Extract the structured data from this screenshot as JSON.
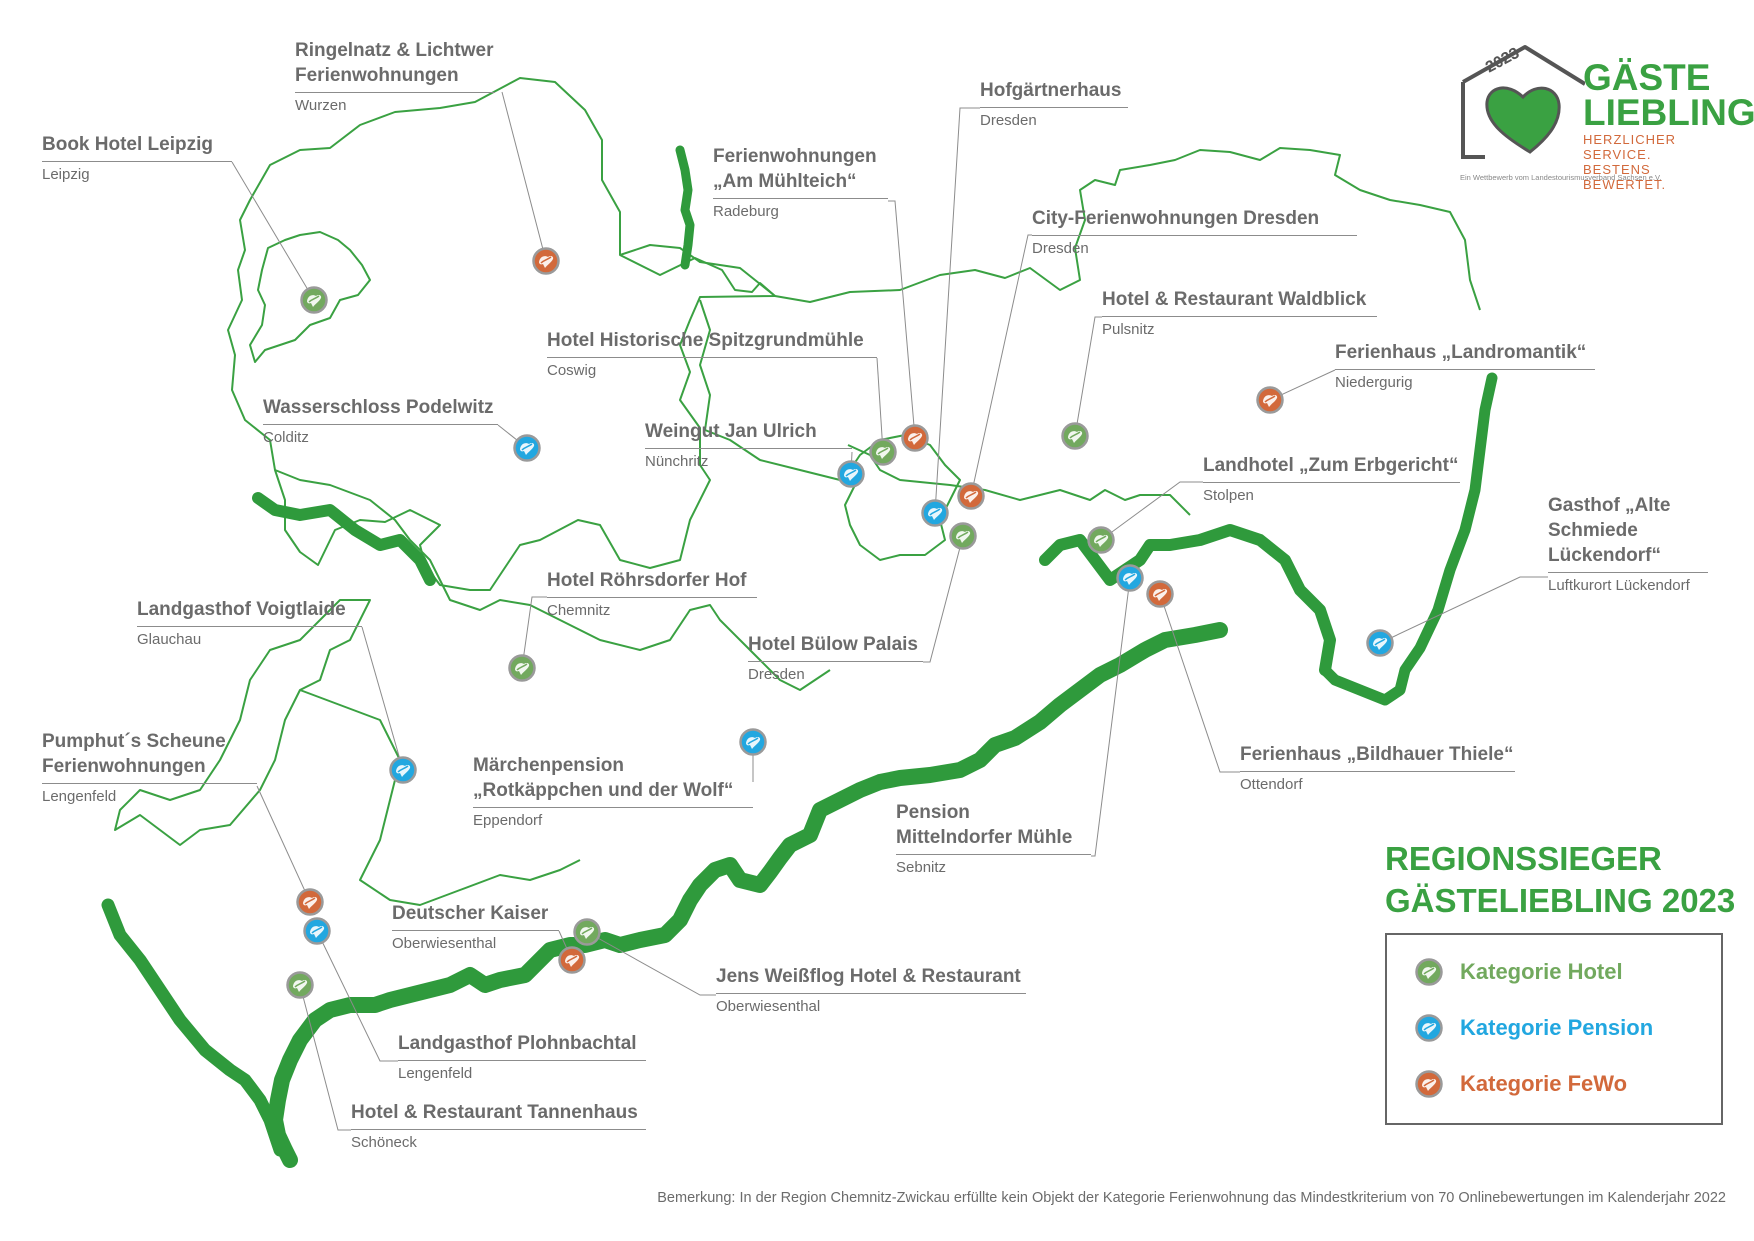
{
  "colors": {
    "hotel": "#72a95e",
    "pension": "#22a7e0",
    "fewo": "#d2693b",
    "border": "#3aa142",
    "text": "#6b6b6b",
    "title": "#3aa142"
  },
  "logo": {
    "year": "2023",
    "title_line1": "GÄSTE",
    "title_line2": "LIEBLING",
    "slogan_line1": "HERZLICHER SERVICE.",
    "slogan_line2": "BESTENS BEWERTET.",
    "note": "Ein Wettbewerb vom Landestourismusverband Sachsen e.V."
  },
  "heading": {
    "line1": "REGIONSSIEGER",
    "line2": "GÄSTELIEBLING 2023"
  },
  "legend": [
    {
      "category": "hotel",
      "label": "Kategorie Hotel"
    },
    {
      "category": "pension",
      "label": "Kategorie Pension"
    },
    {
      "category": "fewo",
      "label": "Kategorie FeWo"
    }
  ],
  "remark": "Bemerkung: In der Region Chemnitz-Zwickau erfüllte kein Objekt der Kategorie Ferienwohnung das Mindestkriterium von 70 Onlinebewertungen im Kalenderjahr 2022",
  "winners": [
    {
      "name": "Ringelnatz & Lichtwer\nFerienwohnungen",
      "place": "Wurzen",
      "category": "fewo"
    },
    {
      "name": "Book Hotel Leipzig",
      "place": "Leipzig",
      "category": "hotel"
    },
    {
      "name": "Wasserschloss Podelwitz",
      "place": "Colditz",
      "category": "pension"
    },
    {
      "name": "Hofgärtnerhaus",
      "place": "Dresden",
      "category": "pension"
    },
    {
      "name": "Ferienwohnungen\n„Am Mühlteich“",
      "place": "Radeburg",
      "category": "fewo"
    },
    {
      "name": "City-Ferienwohnungen Dresden",
      "place": "Dresden",
      "category": "fewo"
    },
    {
      "name": "Hotel & Restaurant Waldblick",
      "place": "Pulsnitz",
      "category": "hotel"
    },
    {
      "name": "Hotel Historische Spitzgrundmühle",
      "place": "Coswig",
      "category": "hotel"
    },
    {
      "name": "Ferienhaus „Landromantik“",
      "place": "Niedergurig",
      "category": "fewo"
    },
    {
      "name": "Weingut Jan Ulrich",
      "place": "Nünchritz",
      "category": "pension"
    },
    {
      "name": "Landhotel „Zum Erbgericht“",
      "place": "Stolpen",
      "category": "hotel"
    },
    {
      "name": "Gasthof „Alte\nSchmiede\nLückendorf“",
      "place": "Luftkurort Lückendorf",
      "category": "pension"
    },
    {
      "name": "Hotel Röhrsdorfer Hof",
      "place": "Chemnitz",
      "category": "hotel"
    },
    {
      "name": "Landgasthof Voigtlaide",
      "place": "Glauchau",
      "category": "pension"
    },
    {
      "name": "Hotel Bülow Palais",
      "place": "Dresden",
      "category": "hotel"
    },
    {
      "name": "Pumphut´s Scheune\nFerienwohnungen",
      "place": "Lengenfeld",
      "category": "fewo"
    },
    {
      "name": "Märchenpension\n„Rotkäppchen und der Wolf“",
      "place": "Eppendorf",
      "category": "pension"
    },
    {
      "name": "Ferienhaus „Bildhauer Thiele“",
      "place": "Ottendorf",
      "category": "fewo"
    },
    {
      "name": "Pension\nMittelndorfer Mühle",
      "place": "Sebnitz",
      "category": "pension"
    },
    {
      "name": "Deutscher Kaiser",
      "place": "Oberwiesenthal",
      "category": "fewo"
    },
    {
      "name": "Jens Weißflog Hotel & Restaurant",
      "place": "Oberwiesenthal",
      "category": "hotel"
    },
    {
      "name": "Landgasthof Plohnbachtal",
      "place": "Lengenfeld",
      "category": "pension"
    },
    {
      "name": "Hotel & Restaurant Tannenhaus",
      "place": "Schöneck",
      "category": "hotel"
    }
  ]
}
